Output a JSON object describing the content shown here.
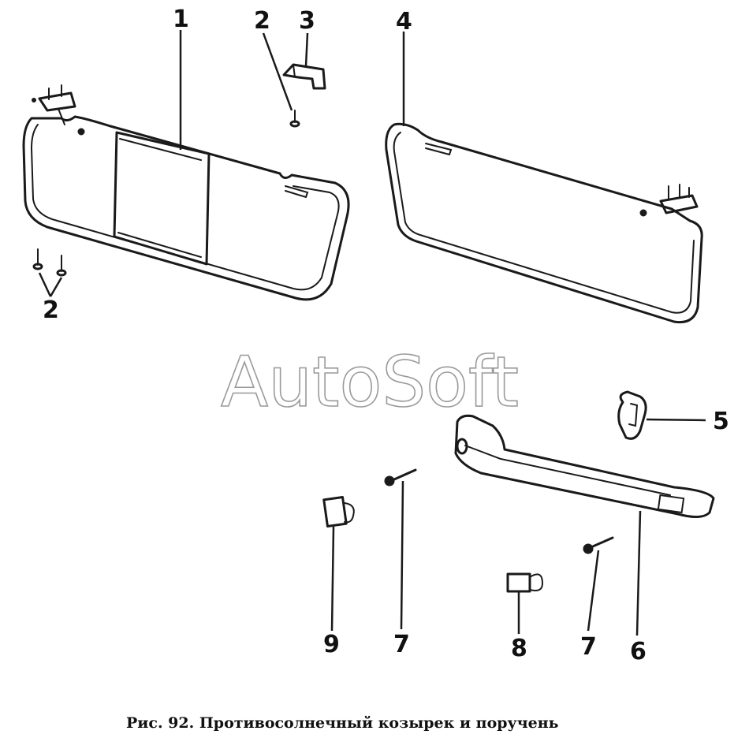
{
  "callouts": {
    "c1": "1",
    "c2_top": "2",
    "c3": "3",
    "c4": "4",
    "c2_left": "2",
    "c5": "5",
    "c6": "6",
    "c7_a": "7",
    "c7_b": "7",
    "c8": "8",
    "c9": "9"
  },
  "watermark": "AutoSoft",
  "caption": "Рис. 92. Противосолнечный козырек и поручень"
}
